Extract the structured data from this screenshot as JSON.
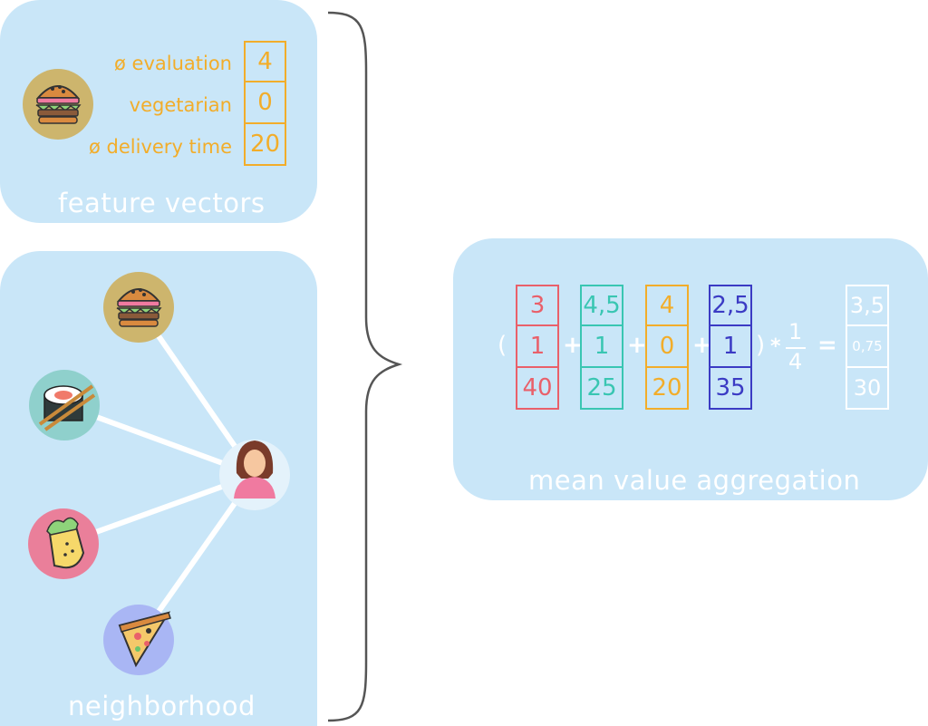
{
  "feature_panel": {
    "label": "feature vectors",
    "features": [
      {
        "label": "ø evaluation",
        "value": "4"
      },
      {
        "label": "vegetarian",
        "value": "0"
      },
      {
        "label": "ø delivery time",
        "value": "20"
      }
    ]
  },
  "neighborhood_panel": {
    "label": "neighborhood",
    "nodes": [
      "burger-icon",
      "sushi-icon",
      "burrito-icon",
      "pizza-icon",
      "user-icon"
    ]
  },
  "aggregation_panel": {
    "label": "mean value aggregation",
    "vectors": [
      {
        "color": "#e9606a",
        "values": [
          "3",
          "1",
          "40"
        ]
      },
      {
        "color": "#39c6b2",
        "values": [
          "4,5",
          "1",
          "25"
        ]
      },
      {
        "color": "#f2ad2a",
        "values": [
          "4",
          "0",
          "20"
        ]
      },
      {
        "color": "#3b3bc4",
        "values": [
          "2,5",
          "1",
          "35"
        ]
      }
    ],
    "open_paren": "(",
    "close_paren": ")",
    "plus": "+",
    "multiply": "*",
    "fraction": {
      "numerator": "1",
      "denominator": "4"
    },
    "equals": "=",
    "result": {
      "color": "#ffffff",
      "values": [
        "3,5",
        "0,75",
        "30"
      ]
    }
  },
  "colors": {
    "panel_bg": "#c9e6f8",
    "feature_orange": "#f2ad2a",
    "brace": "#555555"
  }
}
